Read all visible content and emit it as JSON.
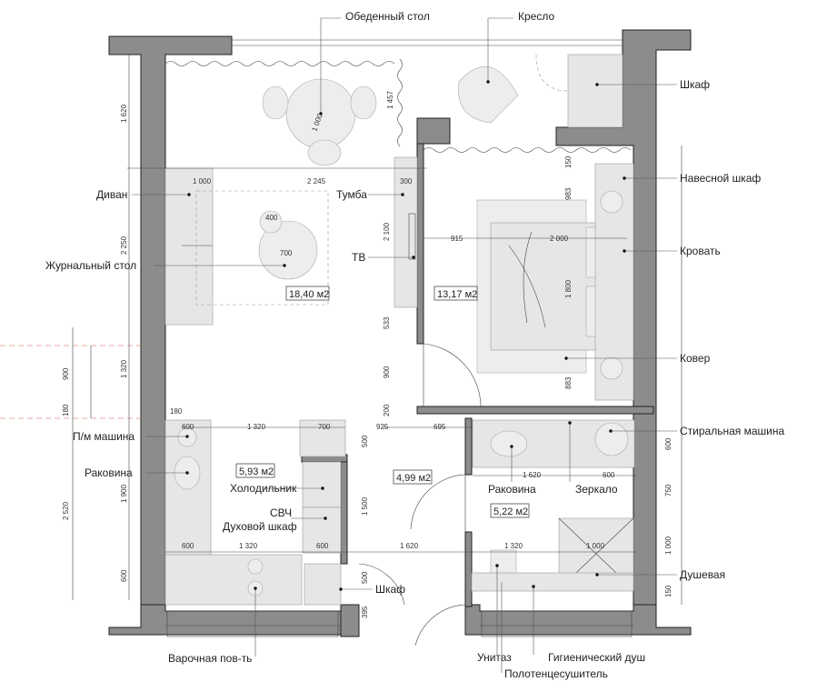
{
  "labels": {
    "dining_table": "Обеденный стол",
    "armchair": "Кресло",
    "wardrobe": "Шкаф",
    "wall_cabinet": "Навесной шкаф",
    "sofa": "Диван",
    "nightstand": "Тумба",
    "tv": "ТВ",
    "coffee_table": "Журнальный стол",
    "bed": "Кровать",
    "rug": "Ковер",
    "dishwasher": "П/м машина",
    "washing_machine": "Стиральная машина",
    "sink_kitchen": "Раковина",
    "sink_bath": "Раковина",
    "mirror": "Зеркало",
    "fridge": "Холодильник",
    "microwave": "СВЧ",
    "oven": "Духовой шкаф",
    "closet": "Шкаф",
    "shower": "Душевая",
    "hob": "Варочная пов-ть",
    "toilet": "Унитаз",
    "hygienic_shower": "Гигиенический душ",
    "towel_warmer": "Полотенцесушитель"
  },
  "areas": {
    "living": "18,40 м2",
    "bedroom": "13,17 м2",
    "kitchen": "5,93 м2",
    "hall": "4,99 м2",
    "bath": "5,22 м2"
  },
  "dims": {
    "d1620_left": "1 620",
    "d2250": "2 250",
    "d1320_left": "1 320",
    "d900_left": "900",
    "d180_left": "180",
    "d2520": "2 520",
    "d1900": "1 900",
    "d600_left": "600",
    "d1000_table": "1 000",
    "d1457": "1 457",
    "d1000_sofa": "1 000",
    "d2245": "2 245",
    "d300": "300",
    "d400": "400",
    "d700_coffee": "700",
    "d2100": "2 100",
    "d533": "533",
    "d900_mid": "900",
    "d200": "200",
    "d180_k": "180",
    "d915": "915",
    "d2000": "2 000",
    "d1800": "1 800",
    "d150_top": "150",
    "d983": "983",
    "d883": "883",
    "d600_k1": "600",
    "d1320_k": "1 320",
    "d700_k": "700",
    "d925": "925",
    "d695": "695",
    "d500_a": "500",
    "d1500": "1 500",
    "d600_k2": "600",
    "d1320_k2": "1 320",
    "d600_k3": "600",
    "d500_b": "500",
    "d395": "395",
    "d1620_b": "1 620",
    "d600_b": "600",
    "d1620_c": "1 620",
    "d1320_b": "1 320",
    "d1000_sh": "1 000",
    "d600_r": "600",
    "d750": "750",
    "d1000_r": "1 000",
    "d150_r": "150"
  }
}
